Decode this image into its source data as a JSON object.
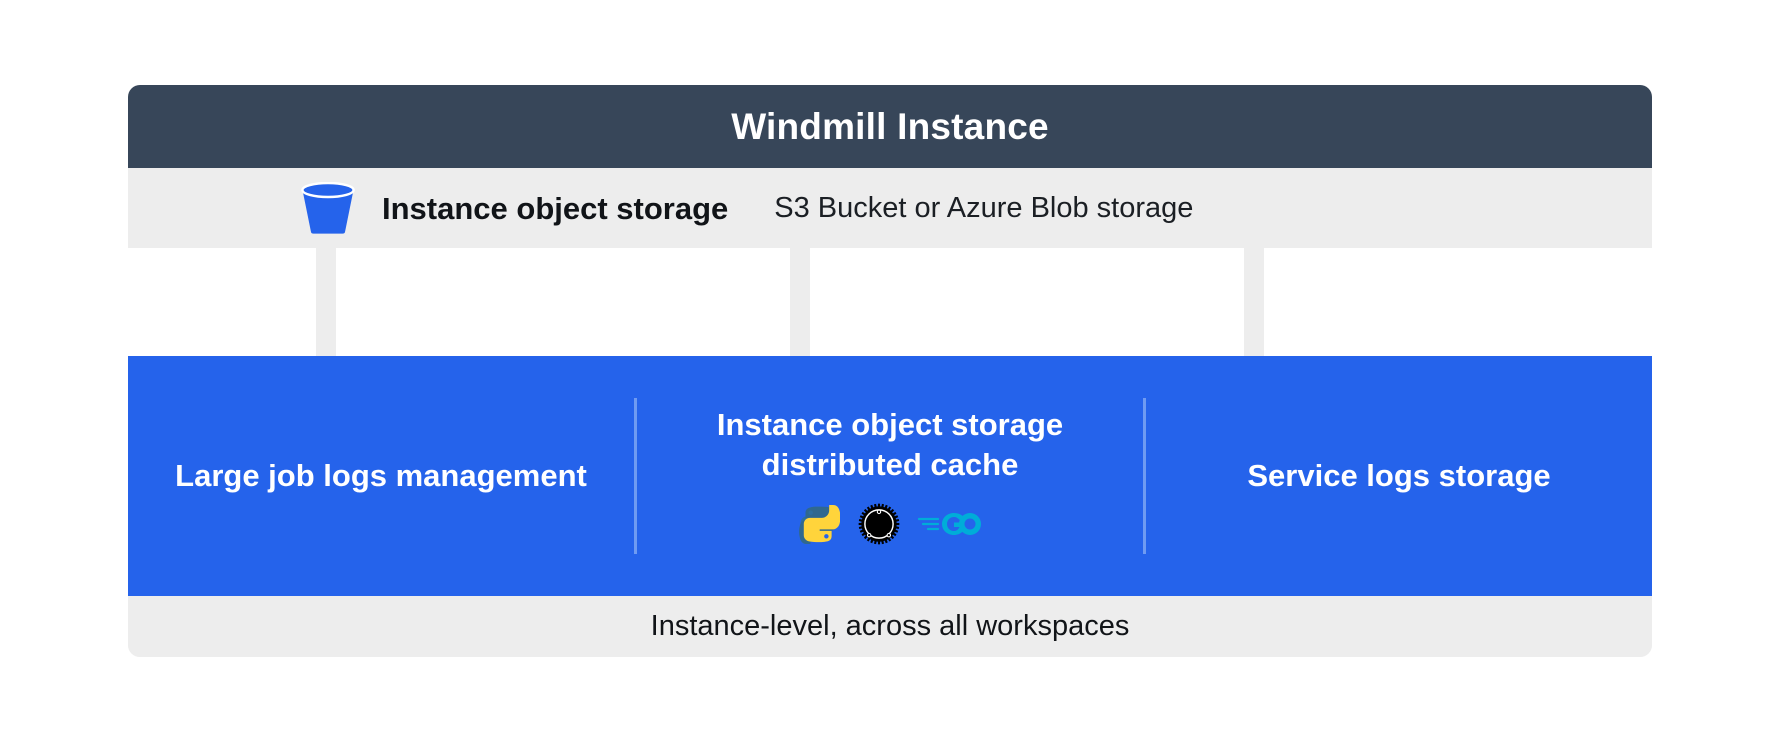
{
  "diagram": {
    "header": {
      "title": "Windmill Instance",
      "bg_color": "#374659",
      "text_color": "#ffffff"
    },
    "storage_row": {
      "icon": "s3-bucket-icon",
      "icon_color": "#2563eb",
      "label": "Instance object storage",
      "sublabel": "S3 Bucket or Azure Blob storage",
      "bg_color": "#ededed"
    },
    "arrows": {
      "color": "#ededed",
      "count": 3,
      "direction": "down"
    },
    "panel": {
      "bg_color": "#2563eb",
      "divider_color": "#6f9bf2",
      "columns": [
        {
          "title": "Large job logs management",
          "name": "large-job-logs-management"
        },
        {
          "title": "Instance object storage distributed cache",
          "name": "instance-object-storage-distributed-cache",
          "languages": [
            {
              "name": "python-logo-icon",
              "label": "Python",
              "color": "#FFD43B"
            },
            {
              "name": "rust-logo-icon",
              "label": "Rust",
              "color": "#000000"
            },
            {
              "name": "go-logo-icon",
              "label": "Go",
              "color": "#00ADD8"
            }
          ]
        },
        {
          "title": "Service logs storage",
          "name": "service-logs-storage"
        }
      ]
    },
    "footer": {
      "text": "Instance-level, across all workspaces",
      "bg_color": "#ededed"
    }
  }
}
